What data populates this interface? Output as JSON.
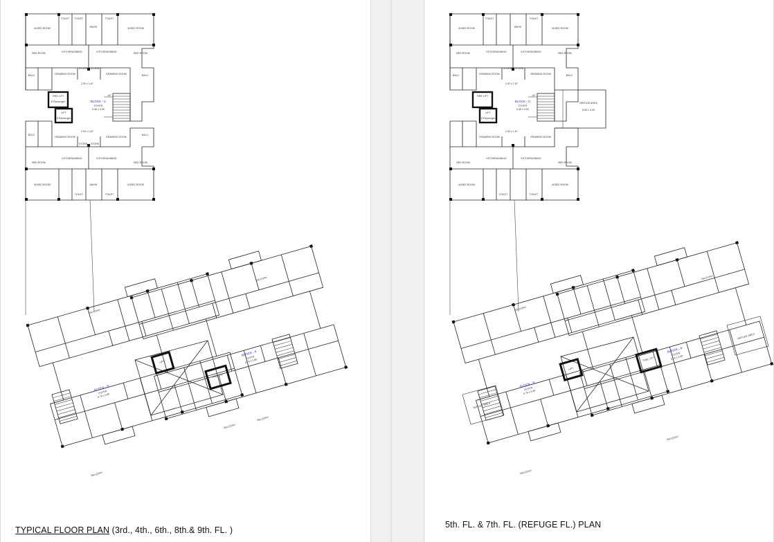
{
  "drawing": {
    "line_color": "#222222",
    "label_color": "#333333",
    "flat_no_color": "#2a2ad8"
  },
  "captions": {
    "left_underlined": "TYPICAL FLOOR PLAN",
    "left_rest": " (3rd., 4th., 6th., 8th.& 9th. FL. )",
    "right": "5th. FL. & 7th. FL. (REFUGE FL.) PLAN"
  },
  "block_c": {
    "name": "BLOCK - C",
    "foyer": "FOYER",
    "foyer_size": "6.45 x 3.50",
    "lobby": "2.92 x 1.67",
    "lift": "LIFT",
    "fire_lift": "FIRE LIFT",
    "lift_note": "8 Passenger",
    "up": "UP",
    "toilet": "TOILET",
    "wash": "WASH",
    "bed_room": "BED ROOM",
    "m_bed_room": "M.BED ROOM",
    "kitchen_dining": "KITCHEN/DINING",
    "drawing_room": "DRAWING ROOM",
    "store": "STORE",
    "balc": "BALC.",
    "refuge": "REFUGE AREA",
    "refuge_size": "5.80 x 4.00"
  },
  "block_a": {
    "name": "BLOCK - A",
    "foyer": "FOYER",
    "foyer_size": "6.70 x 5.80"
  },
  "block_b": {
    "name": "BLOCK - B",
    "foyer": "FOYER",
    "foyer_size": "6.70 x 5.80"
  },
  "common": {
    "balcony": "BALCONY",
    "lift": "LIFT",
    "fire_lift": "FIRE LIFT",
    "refuge": "REFUGE AREA"
  }
}
